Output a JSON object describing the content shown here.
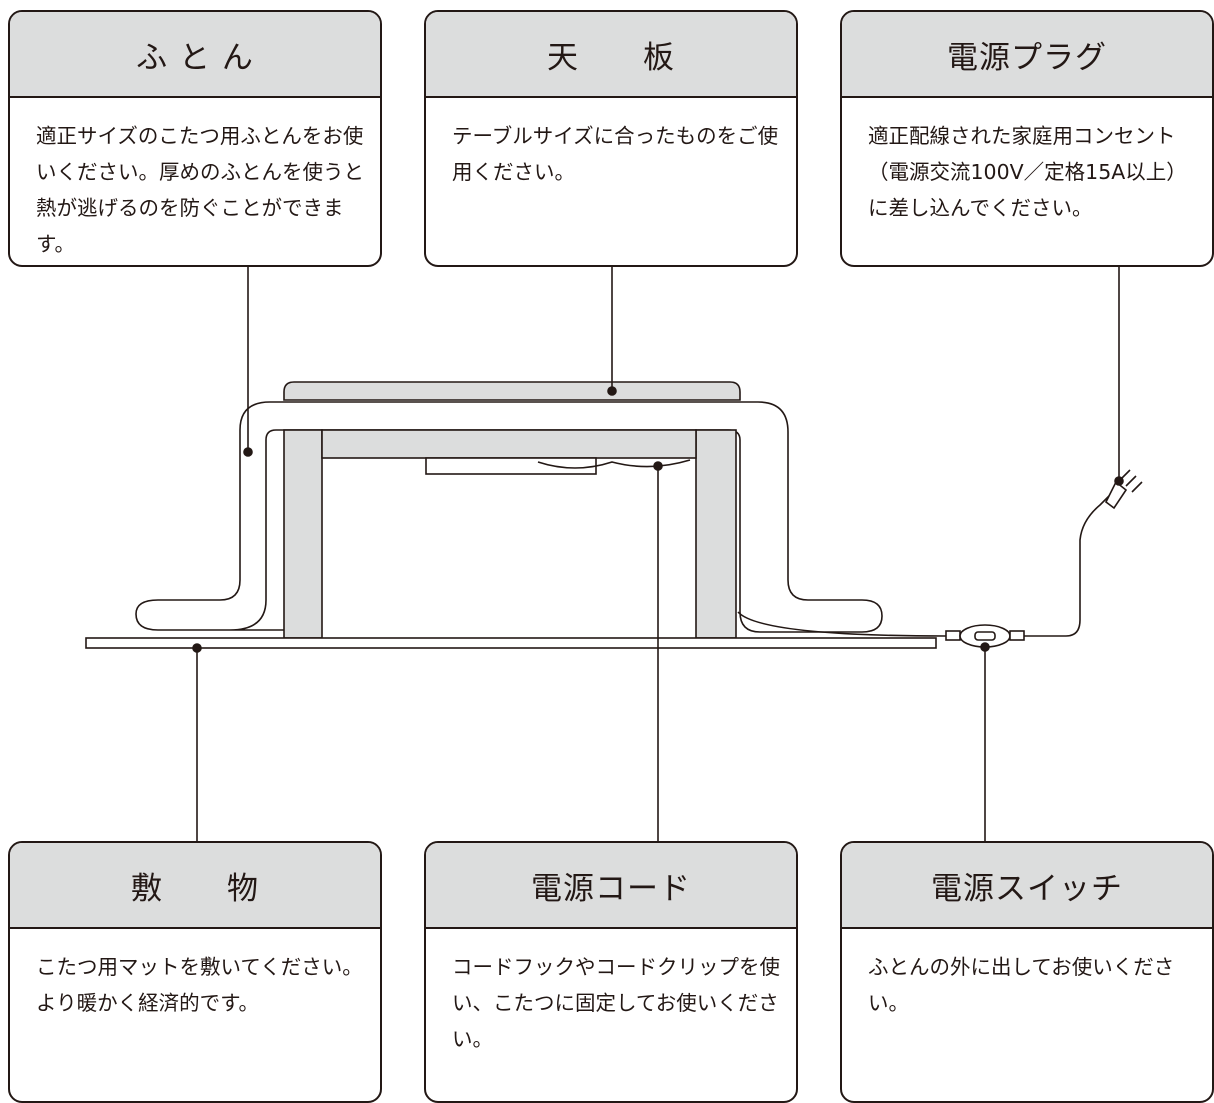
{
  "cards": {
    "futon": {
      "title": "ふ と ん",
      "text": "適正サイズのこたつ用ふとんをお使いください。厚めのふとんを使うと熱が逃げるのを防ぐことができます。"
    },
    "tenban": {
      "title": "天　　板",
      "text": "テーブルサイズに合ったものをご使用ください。"
    },
    "plug": {
      "title": "電源プラグ",
      "text": "適正配線された家庭用コンセント（電源交流100V／定格15A以上）に差し込んでください。"
    },
    "shikimono": {
      "title": "敷　　物",
      "text": "こたつ用マットを敷いてください。より暖かく経済的です。"
    },
    "cord": {
      "title": "電源コード",
      "text": "コードフックやコードクリップを使い、こたつに固定してお使いください。"
    },
    "switch": {
      "title": "電源スイッチ",
      "text": "ふとんの外に出してお使いください。"
    }
  },
  "colors": {
    "line": "#231815",
    "header_fill": "#dcdddd",
    "part_fill": "#dcdddd"
  }
}
